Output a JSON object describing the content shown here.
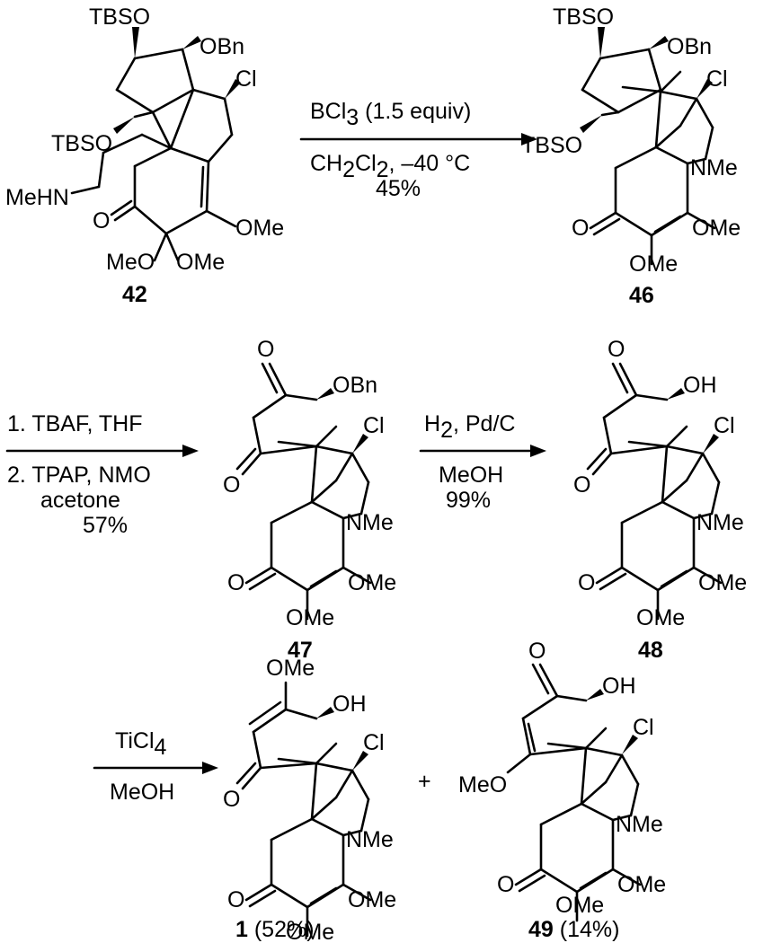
{
  "scheme": {
    "rows": [
      {
        "reactant": {
          "compound_label": "42",
          "substituents": {
            "tbso_top": "TBSO",
            "tbso_left": "TBSO",
            "obn": "OBn",
            "cl": "Cl",
            "mehn": "MeHN",
            "ome_right": "OMe",
            "meo_bottom": "MeO",
            "ome_bottom": "OMe",
            "ketone_o": "O"
          }
        },
        "arrow": {
          "reagent_main": "BCl",
          "reagent_sub": "3",
          "reagent_rest": " (1.5 equiv)",
          "solvent_main": "CH",
          "solvent_sub1": "2",
          "solvent_mid": "Cl",
          "solvent_sub2": "2",
          "solvent_rest": ", –40 °C",
          "yield": "45%"
        },
        "product": {
          "compound_label": "46",
          "substituents": {
            "tbso_top": "TBSO",
            "tbso_left": "TBSO",
            "obn": "OBn",
            "cl": "Cl",
            "nme": "NMe",
            "ome_right": "OMe",
            "ome_bottom": "OMe",
            "ketone_o": "O"
          }
        }
      },
      {
        "arrow1": {
          "step1": "1. TBAF, THF",
          "step2": "2. TPAP, NMO",
          "solvent": "acetone",
          "yield": "57%"
        },
        "intermediate": {
          "compound_label": "47",
          "substituents": {
            "ketone_top": "O",
            "obn": "OBn",
            "cl": "Cl",
            "ketone_left": "O",
            "nme": "NMe",
            "ketone_o": "O",
            "ome_right": "OMe",
            "ome_bottom": "OMe"
          }
        },
        "arrow2": {
          "reagent_main": "H",
          "reagent_sub": "2",
          "reagent_rest": ", Pd/C",
          "solvent": "MeOH",
          "yield": "99%"
        },
        "product": {
          "compound_label": "48",
          "substituents": {
            "ketone_top": "O",
            "oh": "OH",
            "cl": "Cl",
            "ketone_left": "O",
            "nme": "NMe",
            "ketone_o": "O",
            "ome_right": "OMe",
            "ome_bottom": "OMe"
          }
        }
      },
      {
        "arrow": {
          "reagent_main": "TiCl",
          "reagent_sub": "4",
          "solvent": "MeOH"
        },
        "product1": {
          "compound_label": "1",
          "yield": " (52%)",
          "substituents": {
            "ome_top": "OMe",
            "oh": "OH",
            "cl": "Cl",
            "ketone_left": "O",
            "nme": "NMe",
            "ketone_o": "O",
            "ome_right": "OMe",
            "ome_bottom": "OMe"
          }
        },
        "plus": "+",
        "product2": {
          "compound_label": "49",
          "yield": " (14%)",
          "substituents": {
            "ketone_top": "O",
            "oh": "OH",
            "cl": "Cl",
            "meo_left": "MeO",
            "nme": "NMe",
            "ketone_o": "O",
            "ome_right": "OMe",
            "ome_bottom": "OMe"
          }
        }
      }
    ]
  }
}
